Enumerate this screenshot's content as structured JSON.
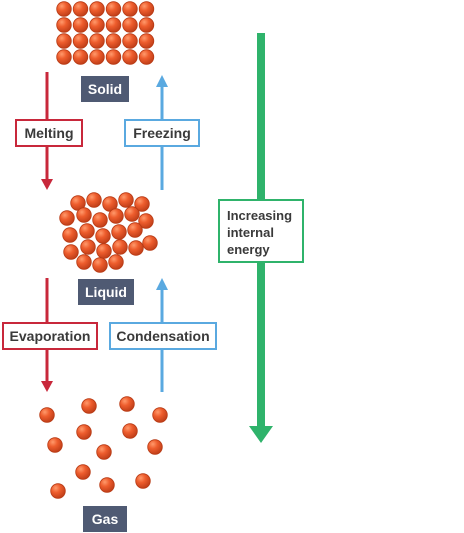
{
  "labels": {
    "solid": "Solid",
    "liquid": "Liquid",
    "gas": "Gas",
    "melting": "Melting",
    "freezing": "Freezing",
    "evaporation": "Evaporation",
    "condensation": "Condensation",
    "increasing_energy": "Increasing\ninternal\nenergy"
  },
  "colors": {
    "particle_fill": "#e8552b",
    "particle_stroke": "#b83a14",
    "heating_arrow": "#c8283b",
    "cooling_arrow": "#5aa9e0",
    "energy_arrow": "#2fb36b",
    "state_label_bg": "#4f5a73"
  }
}
